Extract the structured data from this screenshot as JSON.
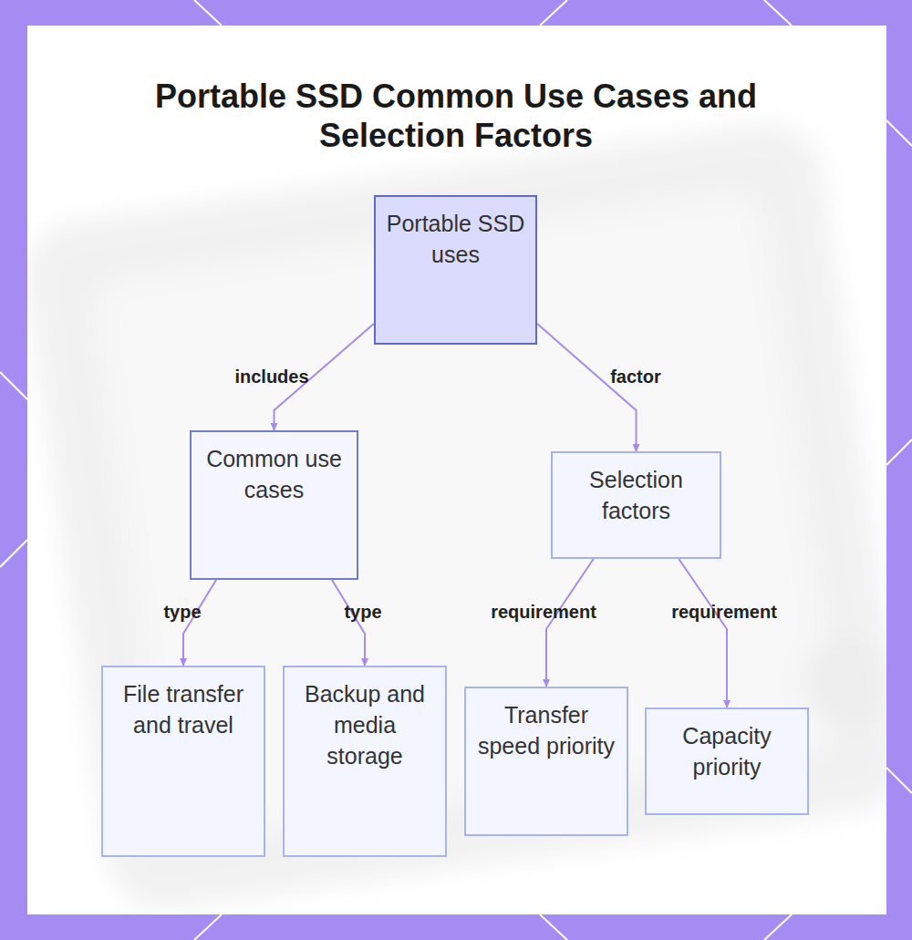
{
  "diagram": {
    "title": "Portable SSD Common Use Cases and Selection Factors",
    "nodes": [
      {
        "text": [
          "Portable SSD uses"
        ]
      },
      {
        "text": [
          "Common use cases"
        ]
      },
      {
        "text": [
          "Selection factors"
        ]
      },
      {
        "text": [
          "File transfer and travel"
        ]
      },
      {
        "text": [
          "Backup and media storage"
        ]
      },
      {
        "text": [
          "Transfer speed priority"
        ]
      },
      {
        "text": [
          "Capacity priority"
        ]
      }
    ],
    "edges": [
      {
        "from": 0,
        "to": 1,
        "label": "includes",
        "arrow": "to"
      },
      {
        "from": 0,
        "to": 2,
        "label": "factor",
        "arrow": "to"
      },
      {
        "from": 1,
        "to": 3,
        "label": "type",
        "arrow": "to"
      },
      {
        "from": 1,
        "to": 4,
        "label": "type",
        "arrow": "to"
      },
      {
        "from": 2,
        "to": 5,
        "label": "requirement",
        "arrow": "to"
      },
      {
        "from": 2,
        "to": 6,
        "label": "requirement",
        "arrow": "to"
      }
    ]
  }
}
